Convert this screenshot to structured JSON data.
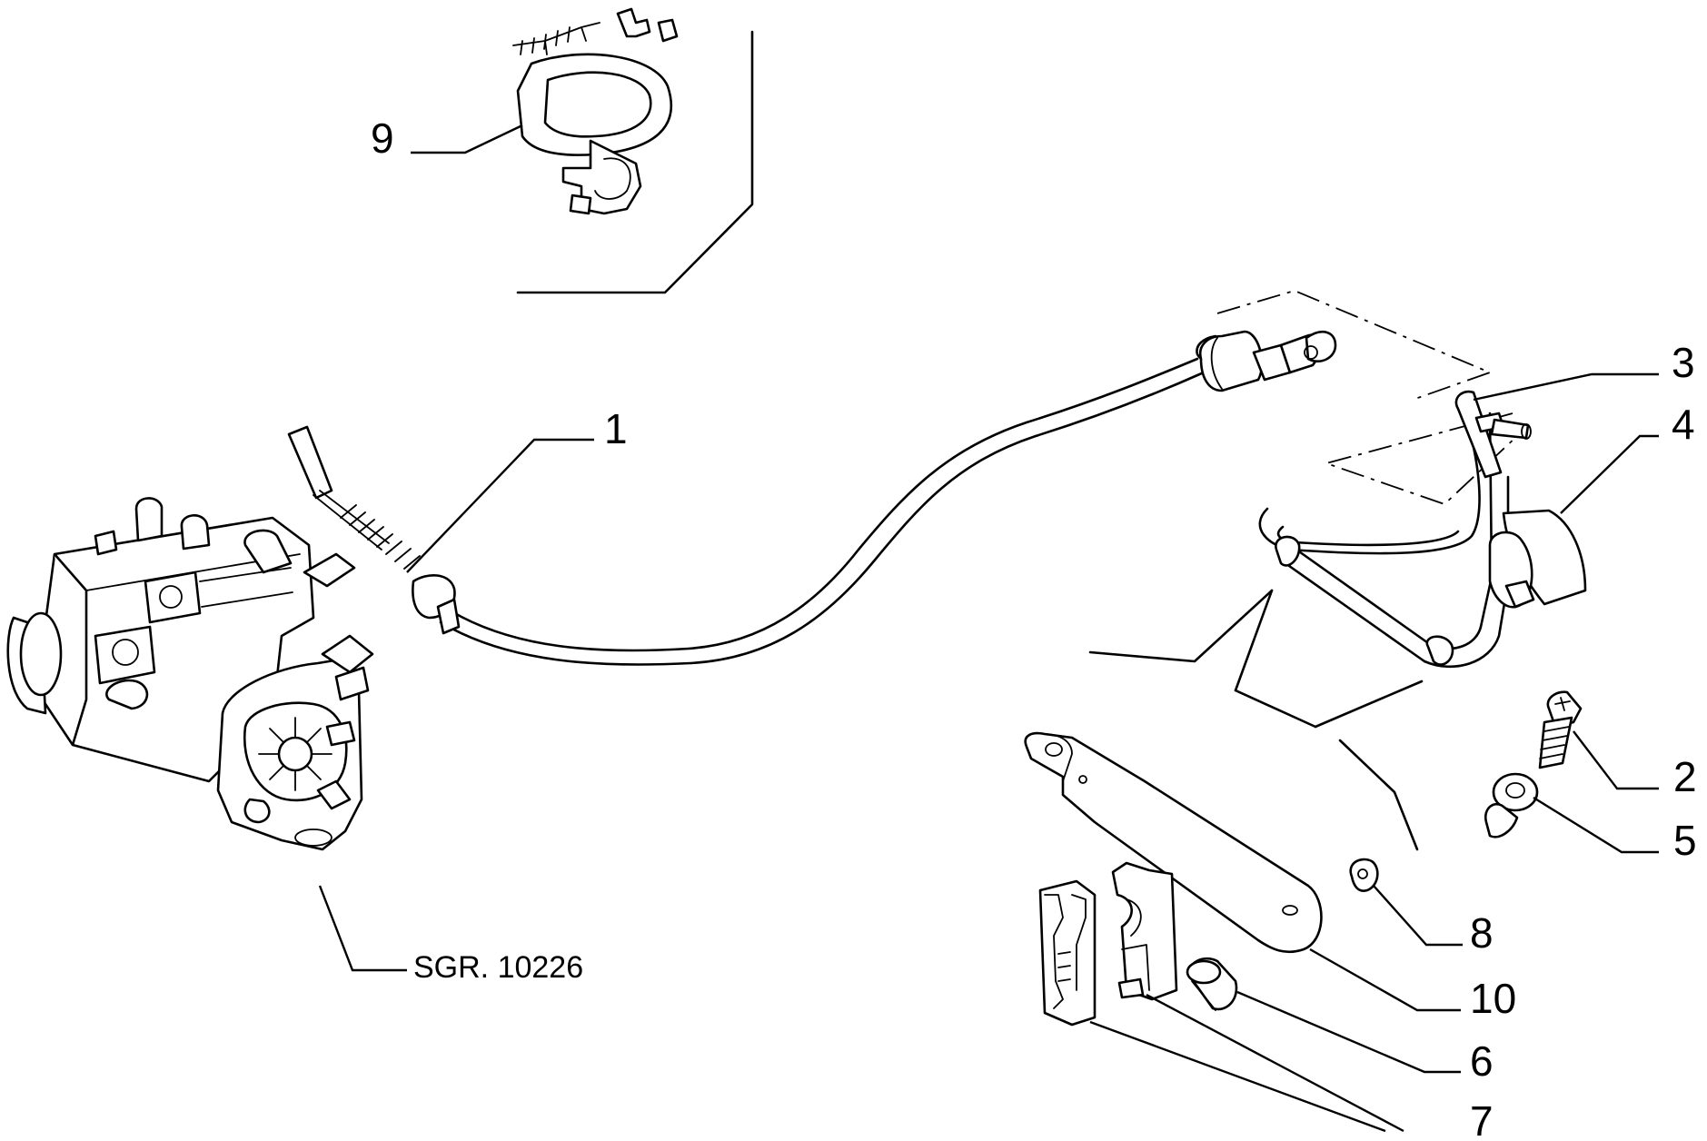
{
  "callouts": {
    "c1": "1",
    "c2": "2",
    "c3": "3",
    "c4": "4",
    "c5": "5",
    "c6": "6",
    "c7": "7",
    "c8": "8",
    "c9": "9",
    "c10": "10"
  },
  "reference_label": "SGR. 10226"
}
